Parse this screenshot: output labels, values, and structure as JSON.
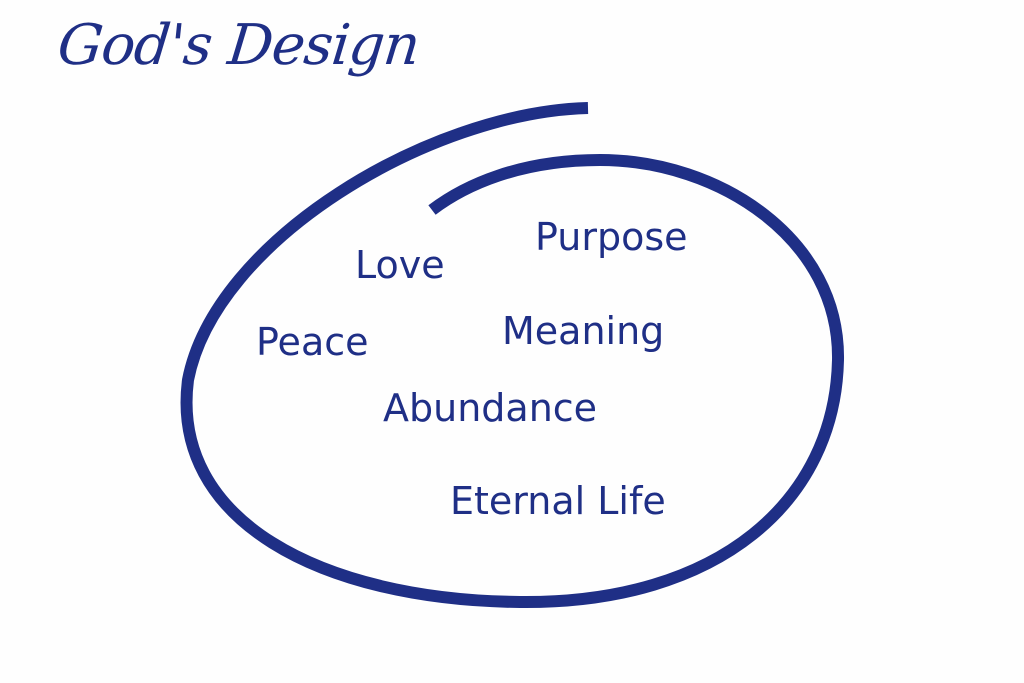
{
  "title": "God's Design",
  "colors": {
    "ink": "#1f2f86",
    "background": "#fefefe"
  },
  "words": {
    "love": "Love",
    "purpose": "Purpose",
    "peace": "Peace",
    "meaning": "Meaning",
    "abundance": "Abundance",
    "eternal_life": "Eternal Life"
  }
}
